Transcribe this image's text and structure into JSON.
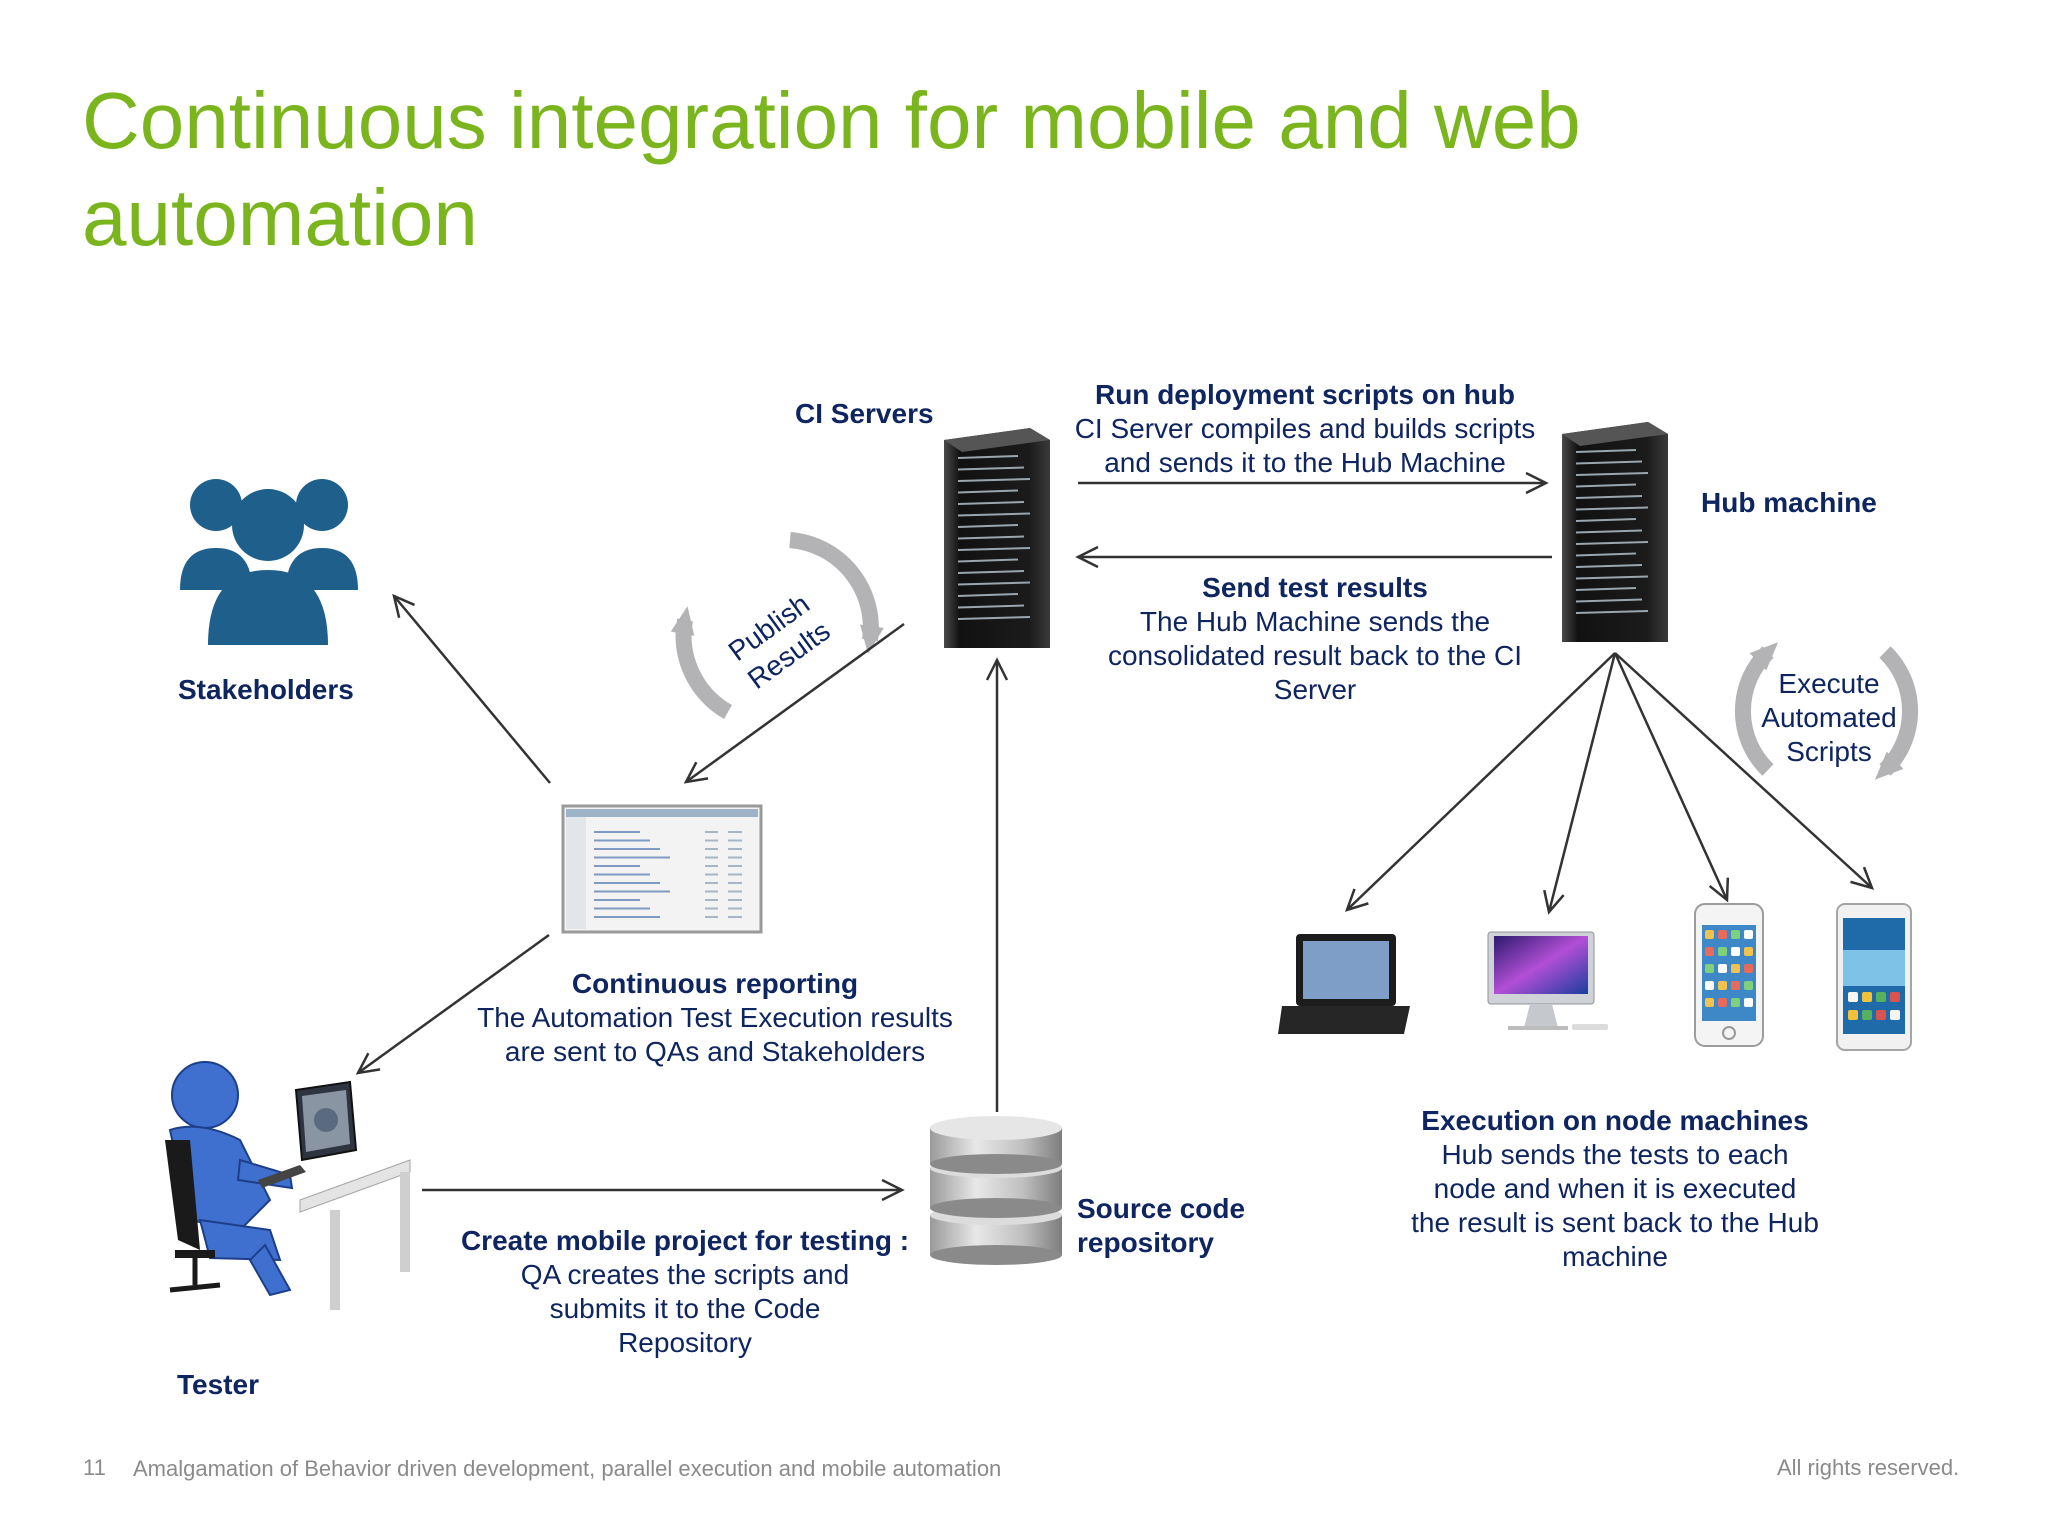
{
  "slide": {
    "title": "Continuous integration for mobile and web automation",
    "page_number": "11",
    "footer_text": "Amalgamation of Behavior driven development, parallel execution and mobile automation",
    "rights": "All rights reserved."
  },
  "nodes": {
    "ci_servers": "CI Servers",
    "hub_machine": "Hub machine",
    "stakeholders": "Stakeholders",
    "tester": "Tester",
    "source_code": "Source code repository"
  },
  "cycles": {
    "publish_line1": "Publish",
    "publish_line2": "Results",
    "execute_line1": "Execute",
    "execute_line2": "Automated",
    "execute_line3": "Scripts"
  },
  "steps": {
    "deploy": {
      "heading": "Run deployment scripts on hub",
      "line1": "CI Server compiles and builds scripts",
      "line2": "and sends it to the Hub Machine"
    },
    "results": {
      "heading": "Send test results",
      "line1": "The Hub Machine sends the",
      "line2": "consolidated result back to the CI",
      "line3": "Server"
    },
    "reporting": {
      "heading": "Continuous reporting",
      "line1": "The Automation Test Execution results",
      "line2": "are sent to QAs and Stakeholders"
    },
    "create": {
      "heading": "Create mobile project for testing :",
      "line1": "QA creates the scripts and",
      "line2": "submits it to the Code",
      "line3": "Repository"
    },
    "execution": {
      "heading": "Execution on node machines",
      "line1": "Hub sends the tests to each",
      "line2": "node and when it is executed",
      "line3": "the result is sent back to the Hub",
      "line4": "machine"
    }
  },
  "colors": {
    "title": "#7ab51d",
    "label": "#0f2560",
    "icon_blue": "#1f5f8b",
    "cycle_gray": "#b3b3b5",
    "arrow": "#333333"
  }
}
